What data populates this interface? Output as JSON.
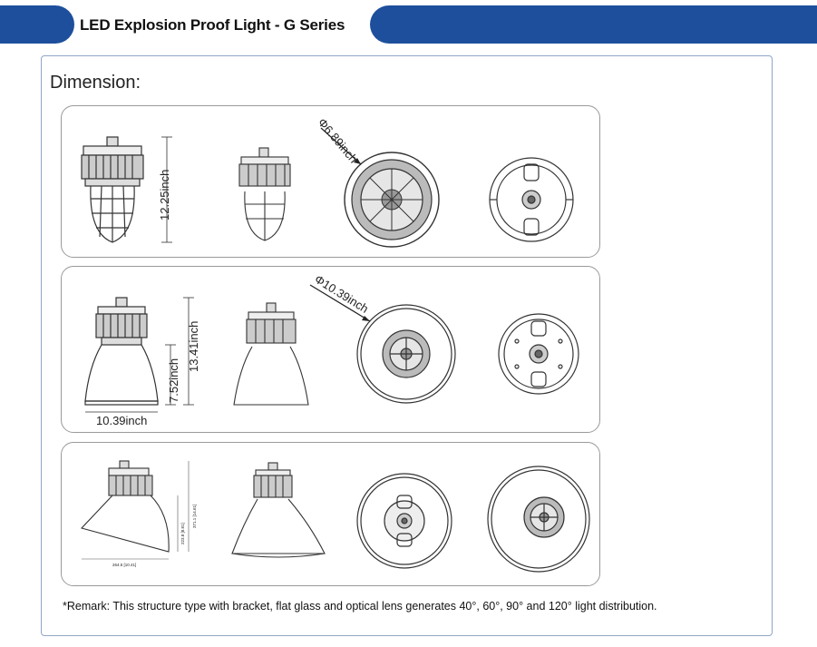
{
  "header": {
    "title": "LED Explosion Proof Light - G Series",
    "accent_color": "#1d4f9c"
  },
  "section": {
    "label": "Dimension:"
  },
  "panels": [
    {
      "height_label": "12.25inch",
      "diameter_label": "Φ6.89inch"
    },
    {
      "height_label": "13.41inch",
      "reflector_height_label": "7.52inch",
      "width_label": "10.39inch",
      "diameter_label": "Φ10.39inch"
    },
    {
      "height_label_1": "371.1 [14.61]",
      "height_label_2": "223.8 [8.81]",
      "width_label": "264.5 [10.41]"
    }
  ],
  "remark": "*Remark: This structure type with bracket, flat glass and optical lens generates 40°, 60°, 90° and 120° light distribution."
}
